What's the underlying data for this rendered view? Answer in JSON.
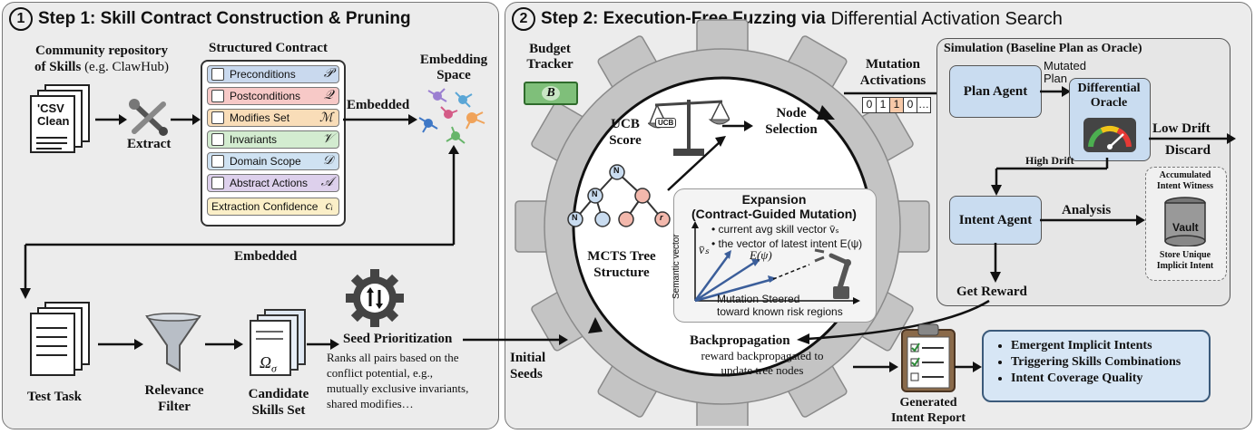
{
  "step1": {
    "num": "1",
    "title": "Step 1: Skill Contract Construction & Pruning",
    "community_l1": "Community repository",
    "community_l2": "of Skills",
    "community_l2b": " (e.g. ClawHub)",
    "doc_text": "'CSV\nClean",
    "extract": "Extract",
    "contract_title": "Structured Contract",
    "rows": [
      {
        "label": "Preconditions",
        "sym": "𝒫",
        "color": "#c9d9ee"
      },
      {
        "label": "Postconditions",
        "sym": "𝒬",
        "color": "#f7c9c7"
      },
      {
        "label": "Modifies Set",
        "sym": "ℳ",
        "color": "#f9ddb8"
      },
      {
        "label": "Invariants",
        "sym": "𝒱",
        "color": "#d3ecd0"
      },
      {
        "label": "Domain Scope",
        "sym": "𝒟",
        "color": "#cfe2f2"
      },
      {
        "label": "Abstract Actions",
        "sym": "𝒜",
        "color": "#ddd0ec"
      },
      {
        "label": "Extraction Confidence",
        "sym": "cᵢ",
        "color": "#fbefc8"
      }
    ],
    "embedded": "Embedded",
    "embedding_space_l1": "Embedding",
    "embedding_space_l2": "Space",
    "embedded2": "Embedded",
    "test_task": "Test Task",
    "relevance_l1": "Relevance",
    "relevance_l2": "Filter",
    "candidate_l1": "Candidate",
    "candidate_l2": "Skills Set",
    "omega": "Ω",
    "omega_sub": "σ",
    "seed_title": "Seed Prioritization",
    "seed_desc": [
      "Ranks all pairs based on the",
      "conflict potential, e.g.,",
      "mutually exclusive invariants,",
      "shared modifies…"
    ]
  },
  "step2": {
    "num": "2",
    "title": "Step 2: Execution-Free Fuzzing via",
    "title_b": "Differential Activation Search",
    "budget_l1": "Budget",
    "budget_l2": "Tracker",
    "budget_b": "B",
    "ucb_l1": "UCB",
    "ucb_l2": "Score",
    "ucb_tag": "UCB",
    "node_sel_l1": "Node",
    "node_sel_l2": "Selection",
    "mcts_l1": "MCTS Tree",
    "mcts_l2": "Structure",
    "tree_nodes": [
      "N",
      "N",
      "N",
      "r"
    ],
    "exp_title_l1": "Expansion",
    "exp_title_l2": "(Contract-Guided Mutation)",
    "exp_b1": "current avg skill vector v̄ₛ",
    "exp_b2": "the vector of latest intent E(ψ)",
    "semantic_vector": "Semantic vector",
    "vs_label": "v̄ₛ",
    "epsi_label": "E(ψ)",
    "steer_l1": "Mutation Steered",
    "steer_l2": "toward known risk regions",
    "initial_l1": "Initial",
    "initial_l2": "Seeds",
    "mutation_l1": "Mutation",
    "mutation_l2": "Activations",
    "bits": [
      "0",
      "1",
      "1",
      "0",
      "…"
    ],
    "sim_title": "Simulation (Baseline Plan as Oracle)",
    "plan_agent": "Plan Agent",
    "mutated_l1": "Mutated",
    "mutated_l2": "Plan",
    "diff_l1": "Differential",
    "diff_l2": "Oracle",
    "low_drift": "Low Drift",
    "discard": "Discard",
    "high_drift": "High Drift",
    "intent_agent": "Intent Agent",
    "analysis": "Analysis",
    "accum_l1": "Accumulated",
    "accum_l2": "Intent Witness",
    "vault": "Vault",
    "store_l1": "Store Unique",
    "store_l2": "Implicit Intent",
    "get_reward": "Get Reward",
    "backprop_title": "Backpropagation",
    "backprop_l1": "reward backpropagated to",
    "backprop_l2": "update tree nodes",
    "report_l1": "Generated",
    "report_l2": "Intent Report",
    "report_items": [
      "Emergent Implicit Intents",
      "Triggering Skills Combinations",
      "Intent Coverage Quality"
    ]
  },
  "colors": {
    "panel_bg": "#ececec",
    "gear": "#c4c4c4",
    "agent_blue": "#c9dcf0",
    "report_bg": "#d7e6f5"
  }
}
